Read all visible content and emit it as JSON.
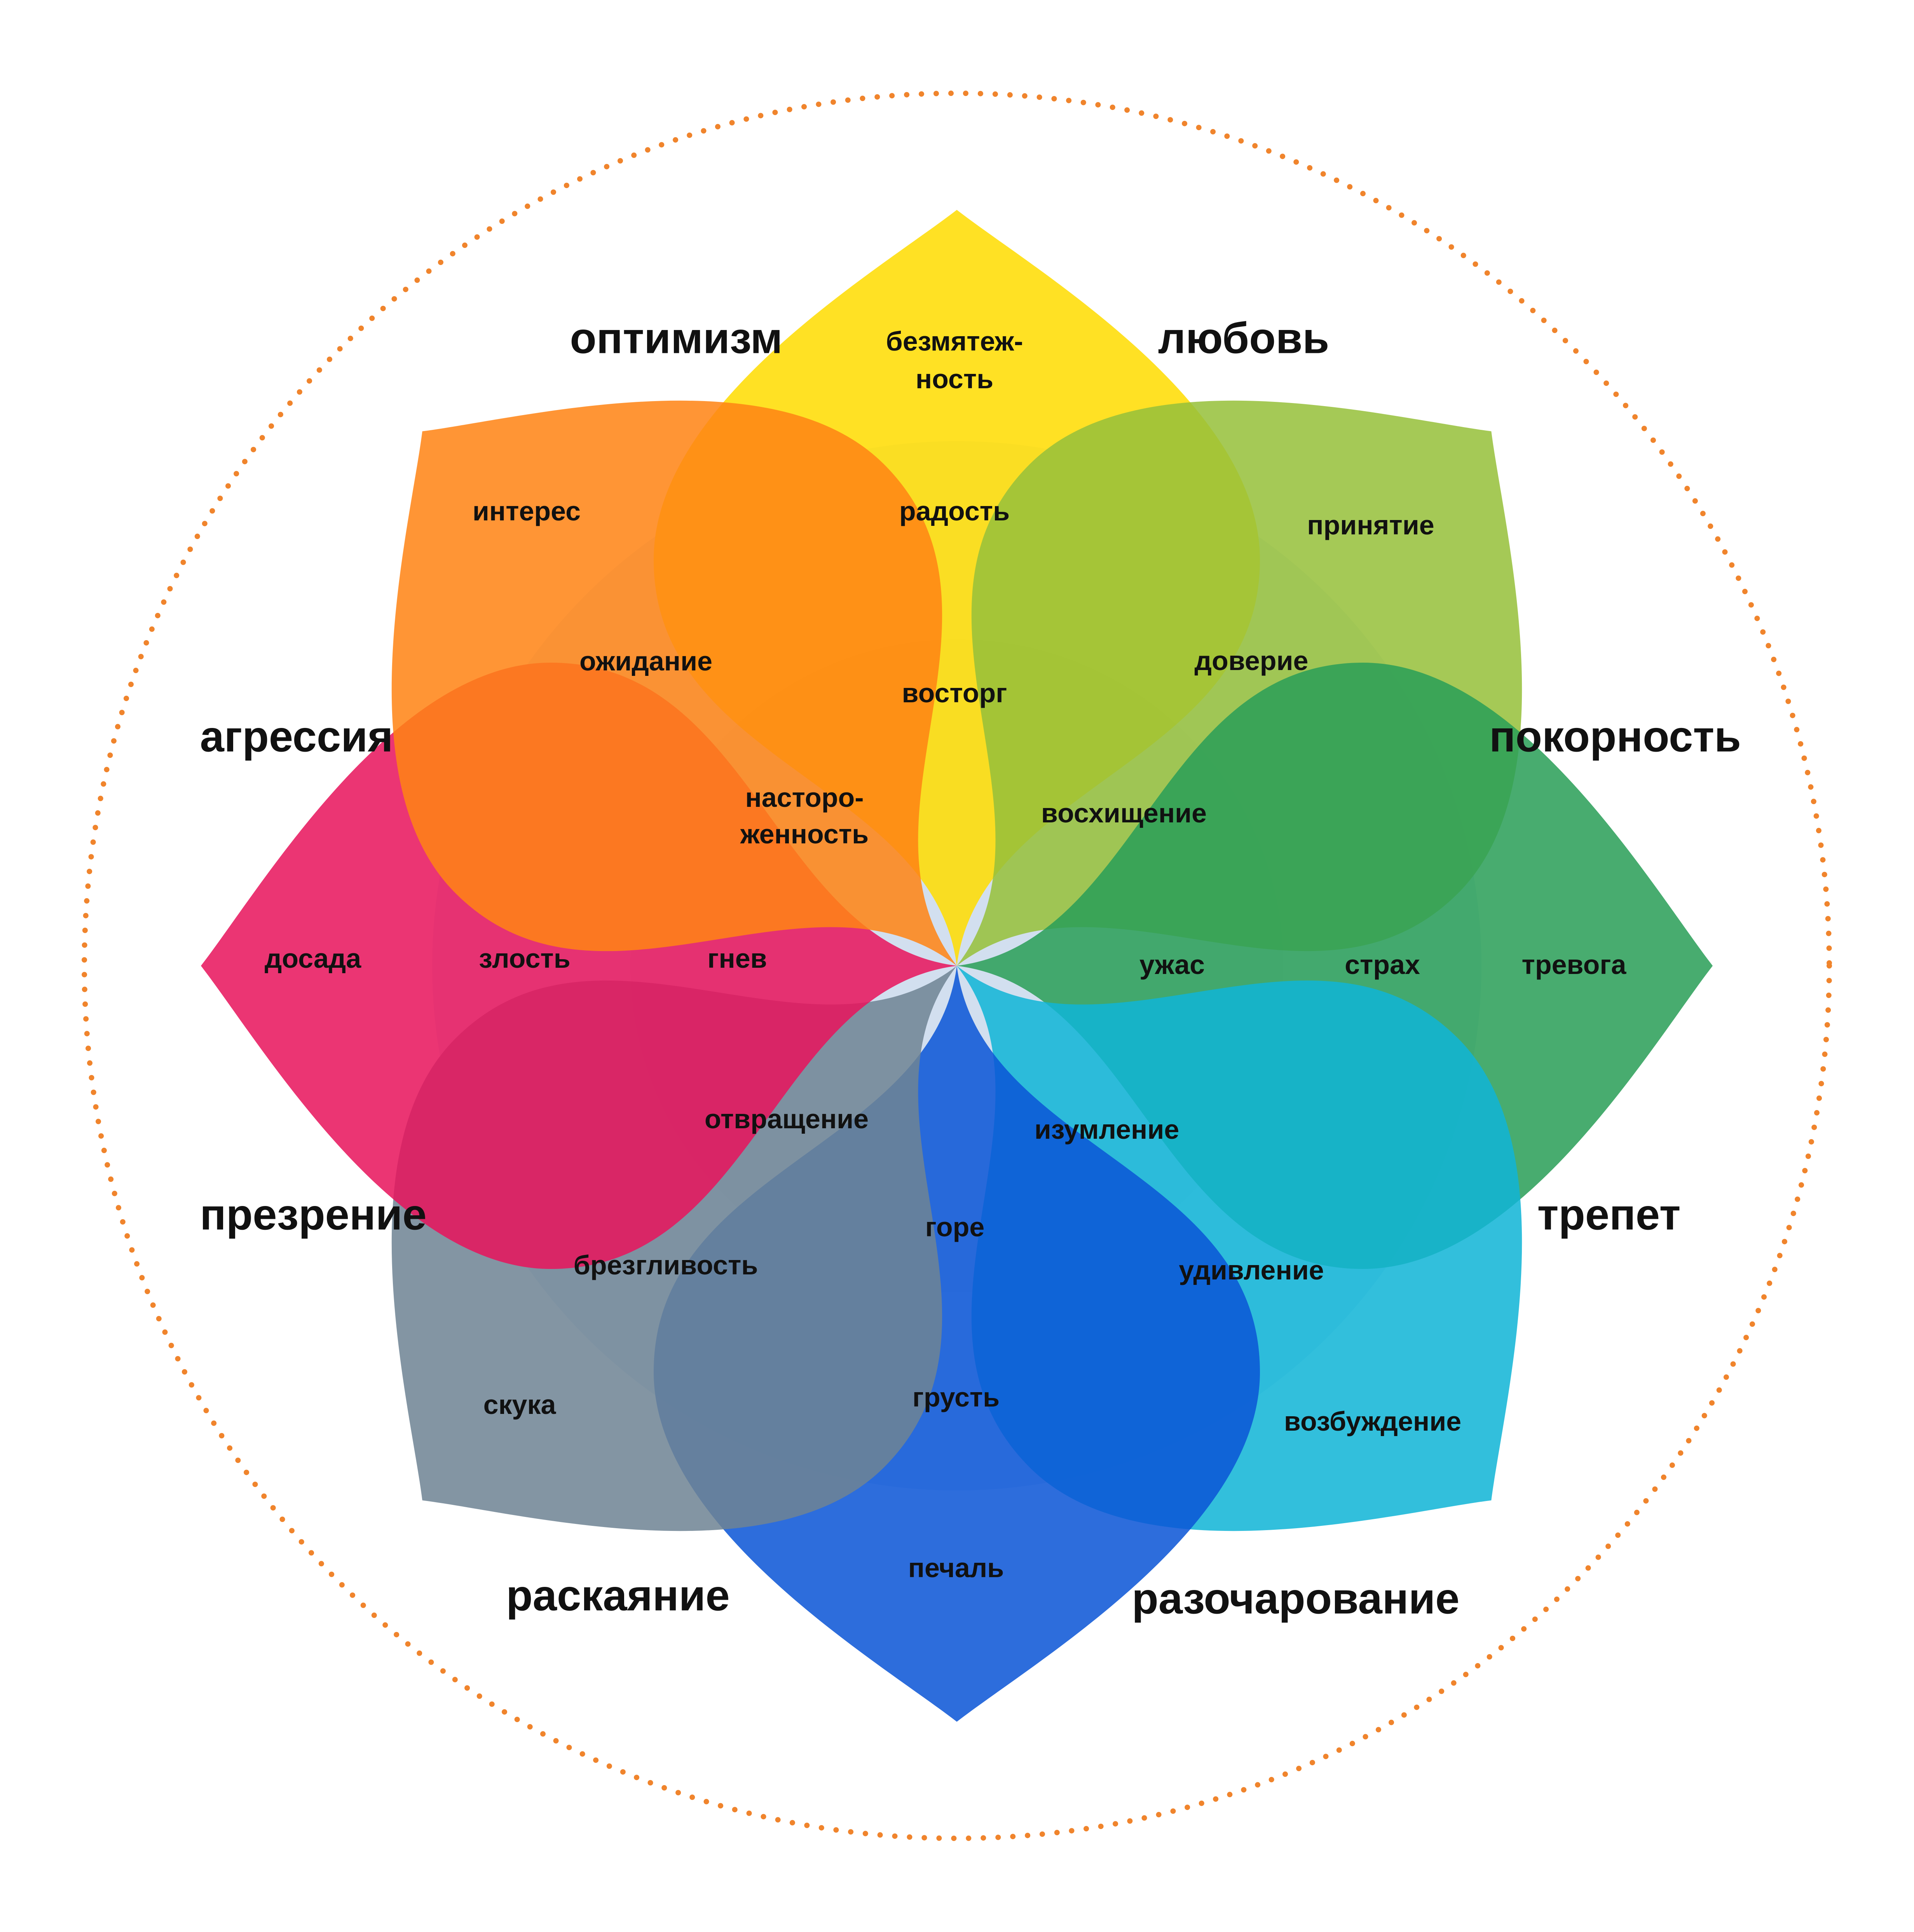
{
  "colors": {
    "dotted_ring": "#F0842C",
    "halo": "#DDE8F6",
    "halo_inner": "#C9D7EA"
  },
  "petals": [
    {
      "id": "joy",
      "angle": 0,
      "color": "#FFDC00",
      "labels": {
        "outer": "безмятеж-ность",
        "middle": "радость",
        "inner": "восторг"
      }
    },
    {
      "id": "trust",
      "angle": 45,
      "color": "#96C03A",
      "labels": {
        "outer": "принятие",
        "middle": "доверие",
        "inner": "восхищение"
      }
    },
    {
      "id": "fear",
      "angle": 90,
      "color": "#2A9E57",
      "labels": {
        "outer": "тревога",
        "middle": "страх",
        "inner": "ужас"
      }
    },
    {
      "id": "surprise",
      "angle": 135,
      "color": "#10B4D6",
      "labels": {
        "outer": "возбуждение",
        "middle": "удивление",
        "inner": "изумление"
      }
    },
    {
      "id": "sadness",
      "angle": 180,
      "color": "#0A55D6",
      "labels": {
        "outer": "печаль",
        "middle": "грусть",
        "inner": "горе"
      }
    },
    {
      "id": "disgust",
      "angle": 225,
      "color": "#6F8494",
      "labels": {
        "outer": "скука",
        "middle": "брезгливость",
        "inner": "отвращение"
      }
    },
    {
      "id": "anger",
      "angle": 270,
      "color": "#E8145C",
      "labels": {
        "outer": "досада",
        "middle": "злость",
        "inner": "гнев"
      }
    },
    {
      "id": "anticipation",
      "angle": 315,
      "color": "#FF8414",
      "labels": {
        "outer": "интерес",
        "middle": "ожидание",
        "inner": "настороженность"
      }
    }
  ],
  "dyads": [
    "любовь",
    "покорность",
    "трепет",
    "разочарование",
    "раскаяние",
    "презрение",
    "агрессия",
    "оптимизм"
  ],
  "text": {
    "joy_outer_1": "безмятеж-",
    "joy_outer_2": "ность",
    "anticipation_inner_1": "насторо-",
    "anticipation_inner_2": "женность"
  }
}
